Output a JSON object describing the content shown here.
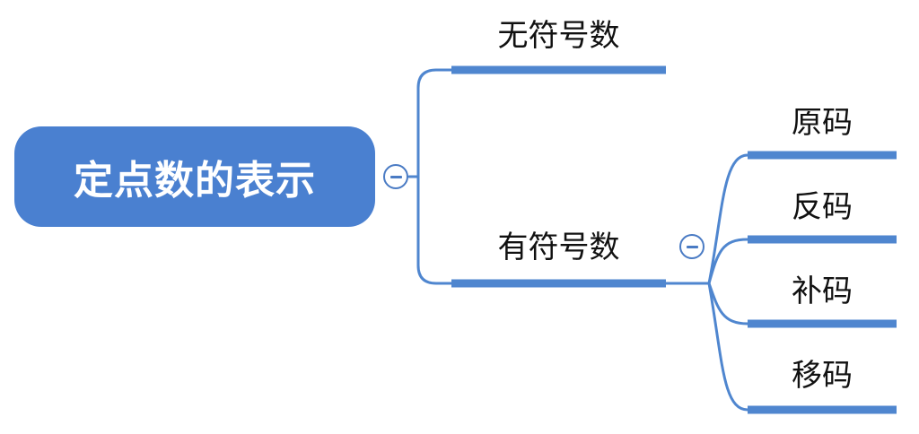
{
  "root": {
    "label": "定点数的表示"
  },
  "branches": [
    {
      "label": "无符号数"
    },
    {
      "label": "有符号数"
    }
  ],
  "leaves": [
    {
      "label": "原码"
    },
    {
      "label": "反码"
    },
    {
      "label": "补码"
    },
    {
      "label": "移码"
    }
  ],
  "colors": {
    "root_fill": "#4a80d0",
    "connector": "#4f86cf",
    "text": "#111111"
  },
  "icons": {
    "collapse": "minus-circle-icon"
  }
}
